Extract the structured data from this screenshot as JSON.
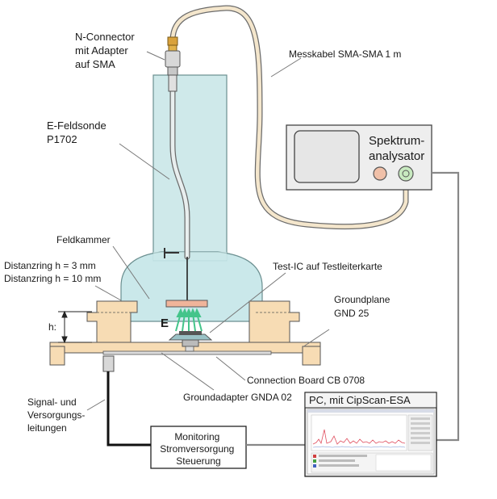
{
  "labels": {
    "n_connector": [
      "N-Connector",
      "mit Adapter",
      "auf SMA"
    ],
    "messkabel": "Messkabel SMA-SMA 1 m",
    "e_feldsonde": [
      "E-Feldsonde",
      "P1702"
    ],
    "spektrum": [
      "Spektrum-",
      "analysator"
    ],
    "feldkammer": "Feldkammer",
    "distanzring": [
      "Distanzring h = 3 mm",
      "Distanzring h = 10 mm"
    ],
    "test_ic": "Test-IC auf Testleiterkarte",
    "groundplane": [
      "Groundplane",
      "GND 25"
    ],
    "h": "h:",
    "e_field": "E",
    "connection_board": "Connection Board CB 0708",
    "groundadapter": "Groundadapter GNDA 02",
    "signal": [
      "Signal- und",
      "Versorgungs-",
      "leitungen"
    ],
    "pc": "PC, mit CipScan-ESA",
    "monitoring": [
      "Monitoring",
      "Stromversorgung",
      "Steuerung"
    ]
  },
  "colors": {
    "probe_body": "#cfe9ea",
    "chamber": "#c6e6e8",
    "wood": "#f7dcb4",
    "cable": "#f4e6cc",
    "analyzer_case": "#eeeeee",
    "knob": "#f0c0a8",
    "connector_knob": "#c8eac0",
    "field_arrows": "#44c48a",
    "ic_pad": "#f0b49a",
    "line_dark": "#444444",
    "gray_cable": "#888888"
  }
}
